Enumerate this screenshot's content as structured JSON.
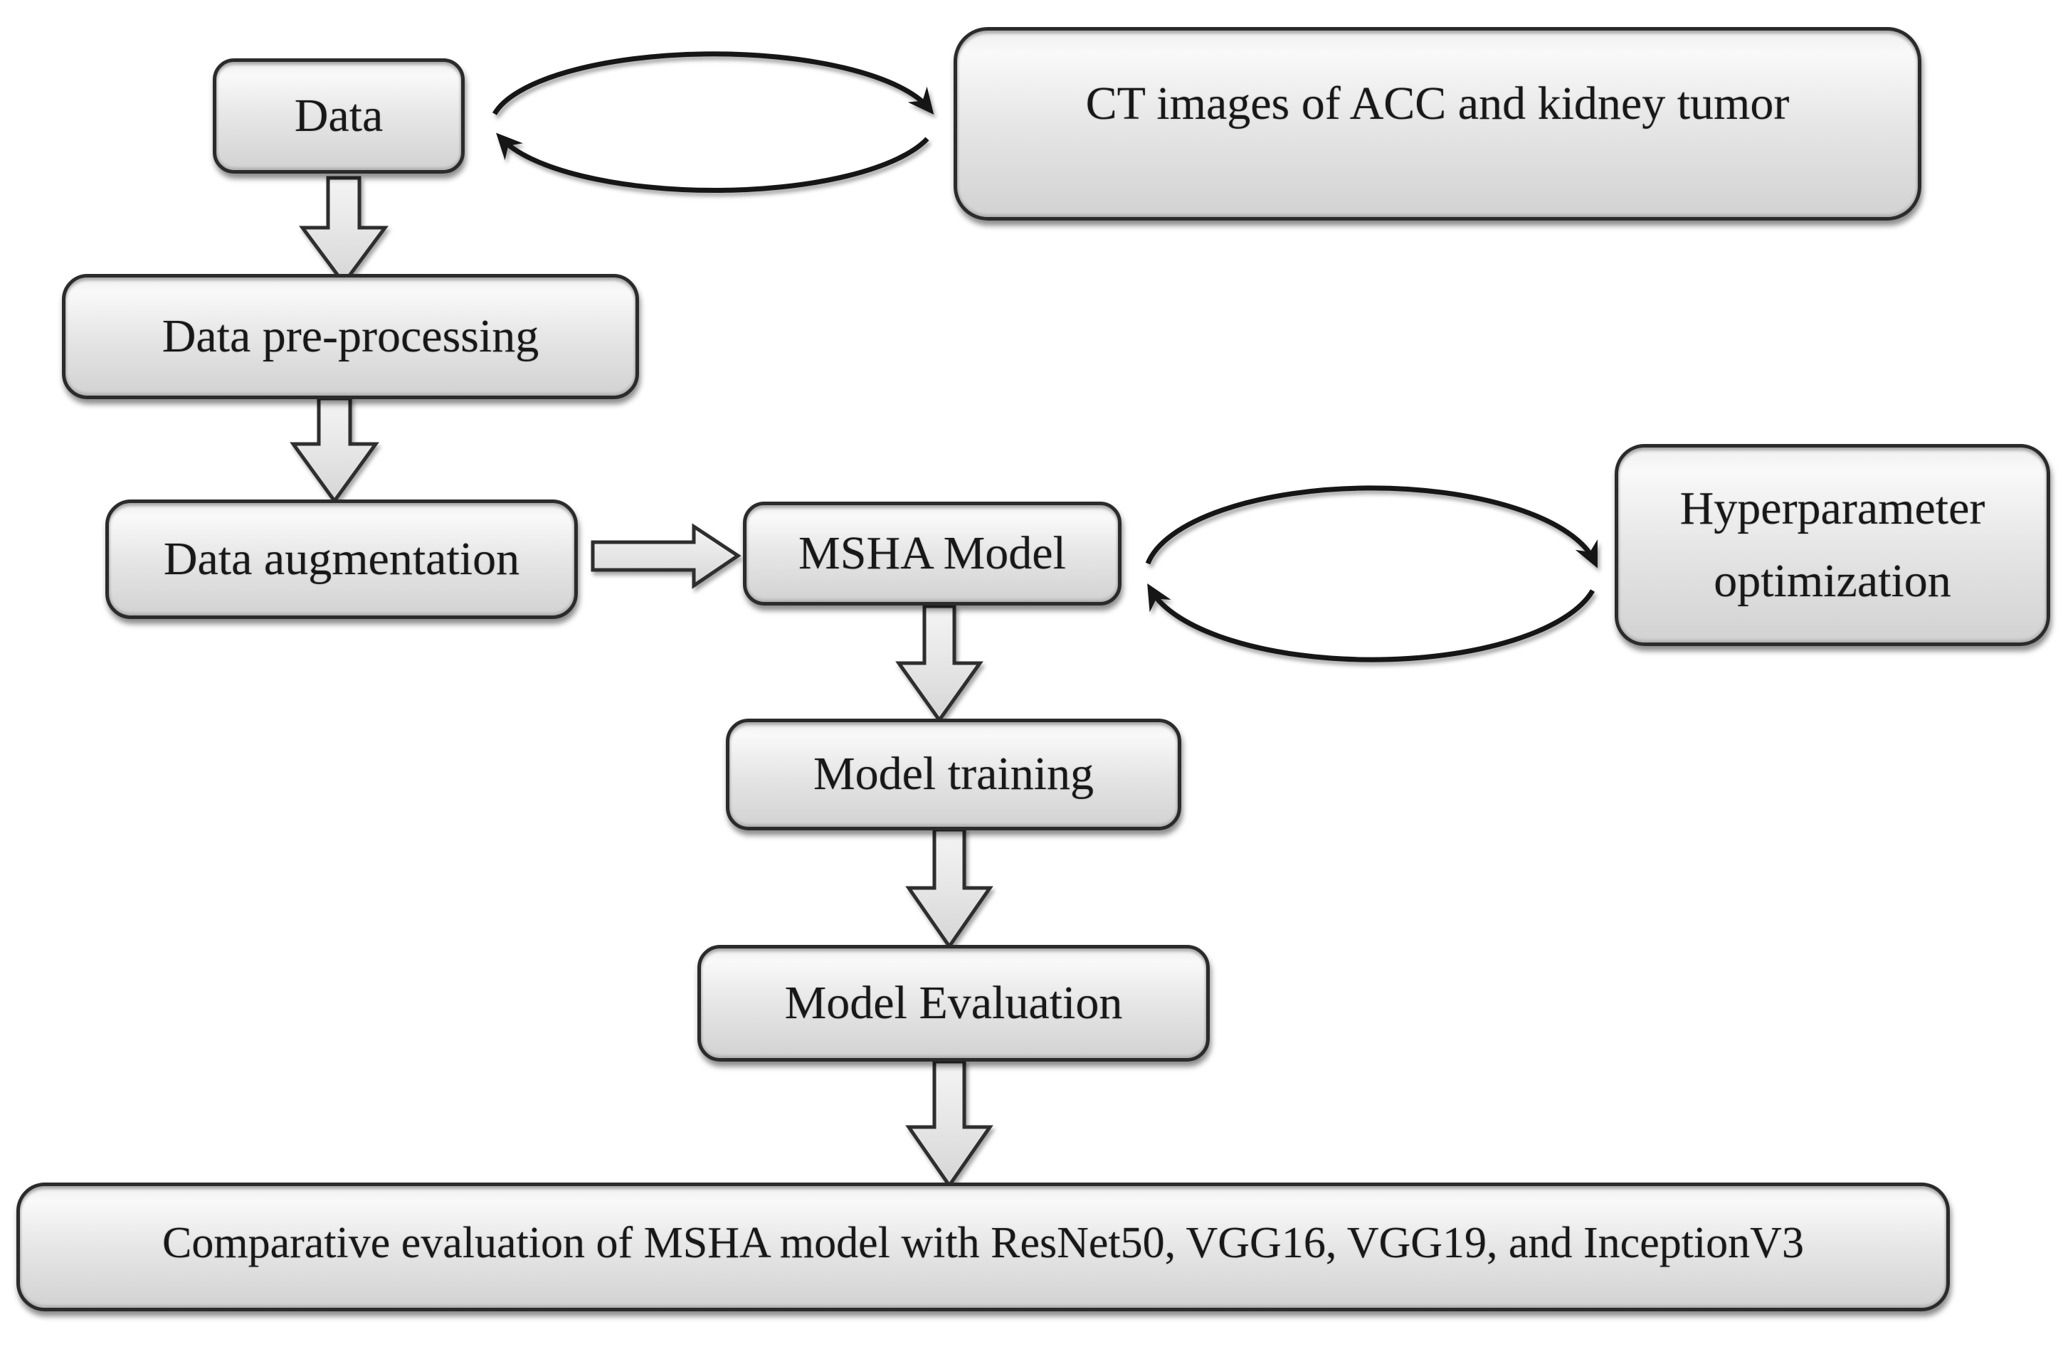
{
  "diagram": {
    "background": "#ffffff",
    "node_style": {
      "fill_top": "#f4f4f4",
      "fill_bottom": "#d2d2d2",
      "border_color": "#2b2b2b",
      "text_color": "#181818",
      "arrow_fill": "#e4e4e4",
      "cycle_stroke": "#161616"
    },
    "nodes": {
      "data": {
        "label": "Data"
      },
      "ct_images": {
        "label": "CT images of ACC and kidney tumor"
      },
      "preprocessing": {
        "label": "Data pre-processing"
      },
      "augmentation": {
        "label": "Data augmentation"
      },
      "msha": {
        "label": "MSHA Model"
      },
      "hyperparameter": {
        "label": "Hyperparameter optimization"
      },
      "training": {
        "label": "Model training"
      },
      "evaluation": {
        "label": "Model Evaluation"
      },
      "comparative": {
        "label": "Comparative evaluation of MSHA model with ResNet50, VGG16, VGG19, and InceptionV3"
      }
    },
    "edges": [
      {
        "from": "data",
        "to": "ct_images",
        "type": "cycle"
      },
      {
        "from": "data",
        "to": "preprocessing",
        "type": "arrow-down"
      },
      {
        "from": "preprocessing",
        "to": "augmentation",
        "type": "arrow-down"
      },
      {
        "from": "augmentation",
        "to": "msha",
        "type": "arrow-right"
      },
      {
        "from": "msha",
        "to": "hyperparameter",
        "type": "cycle"
      },
      {
        "from": "msha",
        "to": "training",
        "type": "arrow-down"
      },
      {
        "from": "training",
        "to": "evaluation",
        "type": "arrow-down"
      },
      {
        "from": "evaluation",
        "to": "comparative",
        "type": "arrow-down"
      }
    ]
  }
}
